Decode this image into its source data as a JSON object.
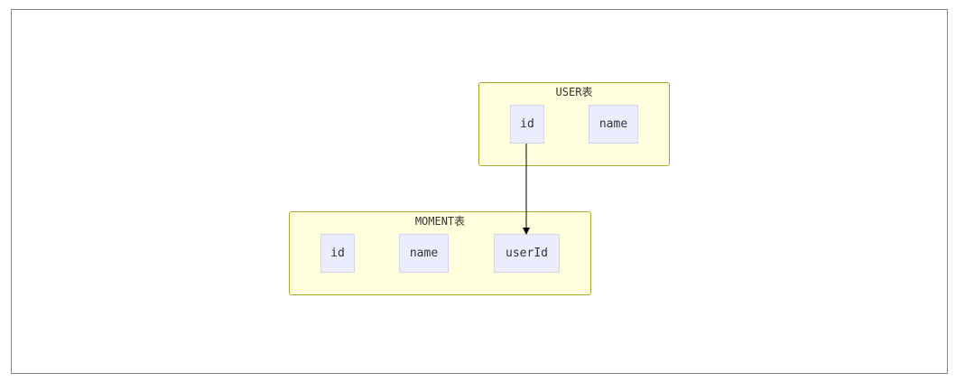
{
  "clusters": {
    "user": {
      "title": "USER表",
      "fields": [
        "id",
        "name"
      ]
    },
    "moment": {
      "title": "MOMENT表",
      "fields": [
        "id",
        "name",
        "userId"
      ]
    }
  },
  "edges": [
    {
      "from": "user.id",
      "to": "moment.userId"
    }
  ],
  "colors": {
    "cluster_fill": "#ffffde",
    "cluster_border": "#aaaa33",
    "node_fill": "#ececff",
    "node_border": "#d4d4f0",
    "edge": "#000000"
  }
}
